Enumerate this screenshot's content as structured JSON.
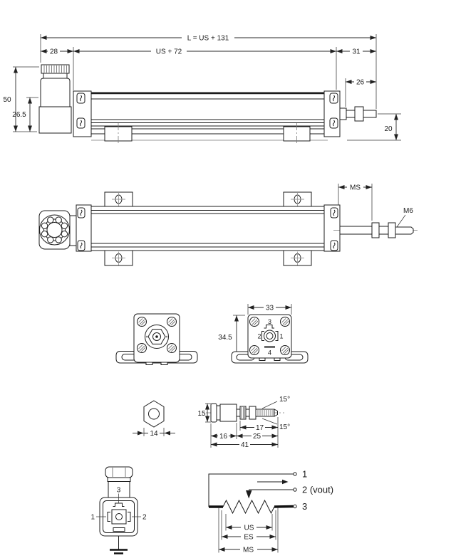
{
  "drawing": {
    "side_view": {
      "dim_total": "L = US + 131",
      "dim_28": "28",
      "dim_us72": "US + 72",
      "dim_31": "31",
      "dim_26": "26",
      "dim_50": "50",
      "dim_26_5": "26.5",
      "dim_20": "20"
    },
    "top_view": {
      "dim_ms": "MS",
      "thread_label": "M6"
    },
    "end_view_right": {
      "dim_33": "33",
      "dim_34_5": "34.5",
      "pin_1": "1",
      "pin_2": "2",
      "pin_3": "3",
      "pin_4": "4"
    },
    "nut_view": {
      "dim_14": "14"
    },
    "rod_detail": {
      "dim_15": "15",
      "angle_top": "15°",
      "angle_bottom": "15°",
      "dim_17": "17",
      "dim_16": "16",
      "dim_25": "25",
      "dim_41": "41"
    },
    "connector_view": {
      "pin_1": "1",
      "pin_2": "2",
      "pin_3": "3"
    },
    "schematic": {
      "terminal_1": "1",
      "terminal_2": "2 (vout)",
      "terminal_3": "3",
      "dim_us": "US",
      "dim_es": "ES",
      "dim_ms": "MS"
    }
  }
}
